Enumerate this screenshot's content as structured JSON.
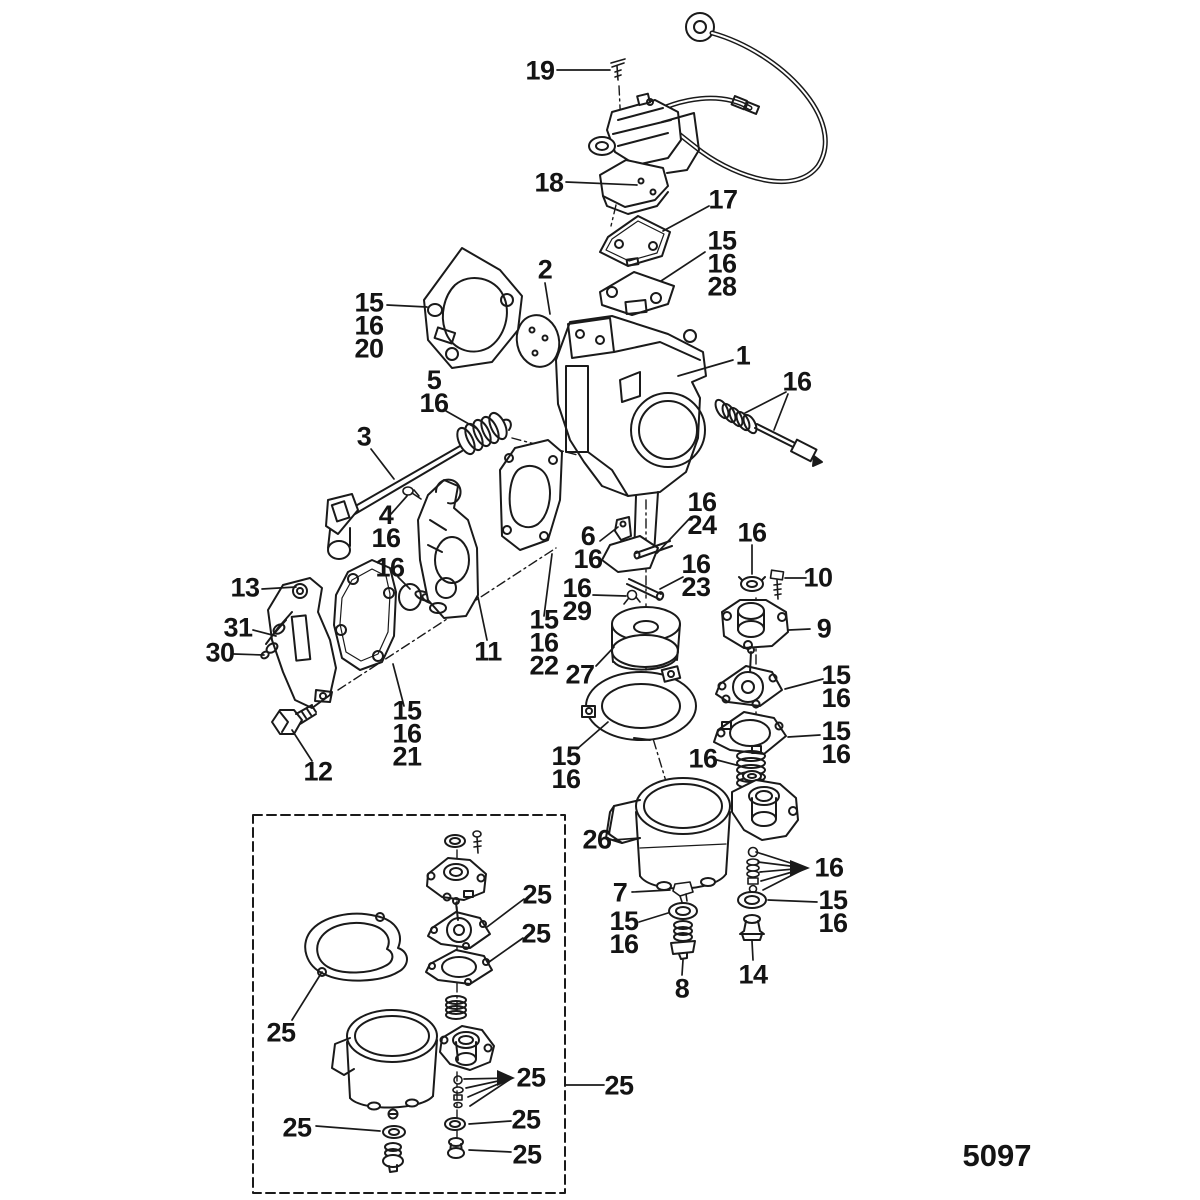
{
  "figure": {
    "code": "5097"
  },
  "colors": {
    "ink": "#1a1a1a",
    "background": "#ffffff"
  },
  "callouts": [
    {
      "text": "19"
    },
    {
      "text": "18"
    },
    {
      "text": "17"
    },
    {
      "text": "15\n16\n28"
    },
    {
      "text": "2"
    },
    {
      "text": "15\n16\n20"
    },
    {
      "text": "1"
    },
    {
      "text": "16"
    },
    {
      "text": "5\n16"
    },
    {
      "text": "3"
    },
    {
      "text": "4\n16"
    },
    {
      "text": "16\n24"
    },
    {
      "text": "6\n16"
    },
    {
      "text": "16"
    },
    {
      "text": "16\n23"
    },
    {
      "text": "10"
    },
    {
      "text": "16\n29"
    },
    {
      "text": "16"
    },
    {
      "text": "13"
    },
    {
      "text": "9"
    },
    {
      "text": "31"
    },
    {
      "text": "30"
    },
    {
      "text": "15\n16\n22"
    },
    {
      "text": "11"
    },
    {
      "text": "27"
    },
    {
      "text": "15\n16"
    },
    {
      "text": "15\n16\n21"
    },
    {
      "text": "15\n16"
    },
    {
      "text": "12"
    },
    {
      "text": "15\n16"
    },
    {
      "text": "16"
    },
    {
      "text": "26"
    },
    {
      "text": "16"
    },
    {
      "text": "7"
    },
    {
      "text": "15\n16"
    },
    {
      "text": "15\n16"
    },
    {
      "text": "14"
    },
    {
      "text": "8"
    },
    {
      "text": "25"
    },
    {
      "text": "25"
    },
    {
      "text": "25"
    },
    {
      "text": "25"
    },
    {
      "text": "25"
    },
    {
      "text": "25"
    },
    {
      "text": "25"
    },
    {
      "text": "25"
    }
  ]
}
